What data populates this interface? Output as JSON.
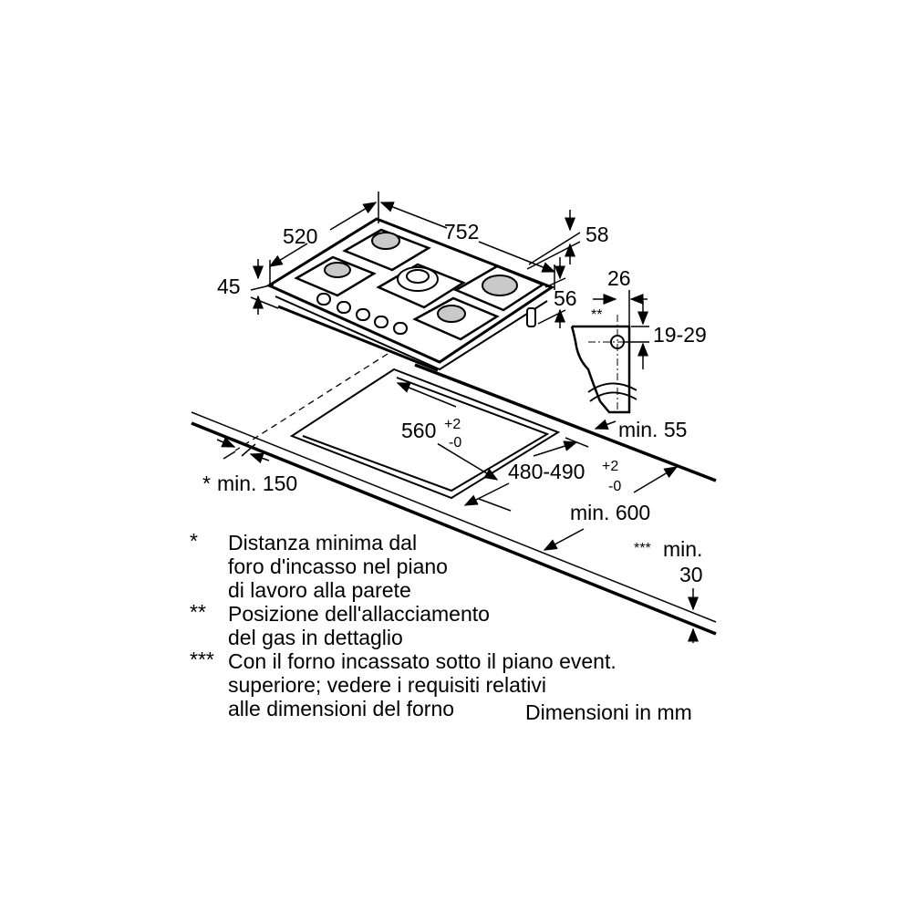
{
  "diagram": {
    "dimensions": {
      "width": "752",
      "depth": "520",
      "height": "45",
      "rear_offset": "58",
      "right_offset": "56",
      "gas_offset_x": "26",
      "gas_offset_y": "19-29",
      "gas_marker": "**",
      "cutout_width": "560",
      "cutout_width_tol_plus": "+2",
      "cutout_width_tol_minus": "-0",
      "cutout_depth": "480-490",
      "cutout_depth_tol_plus": "+2",
      "cutout_depth_tol_minus": "-0",
      "min_back": "min. 55",
      "min_side_marker": "*",
      "min_side": "min. 150",
      "min_depth": "min. 600",
      "min_front_marker": "***",
      "min_front": "min.",
      "min_front_value": "30"
    },
    "notes": [
      {
        "marker": "*",
        "lines": [
          "Distanza minima dal",
          "foro d'incasso nel piano",
          "di lavoro alla parete"
        ]
      },
      {
        "marker": "**",
        "lines": [
          "Posizione dell'allacciamento",
          "del gas in dettaglio"
        ]
      },
      {
        "marker": "***",
        "lines": [
          "Con il forno incassato sotto il piano event.",
          "superiore; vedere i requisiti relativi",
          "alle dimensioni del forno"
        ]
      }
    ],
    "units_note": "Dimensioni in mm"
  }
}
